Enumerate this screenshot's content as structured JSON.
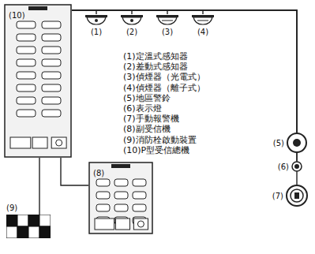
{
  "diagram": {
    "nodes": [
      {
        "text": [
          "(10)"
        ]
      },
      {
        "text": [
          "(1)"
        ]
      },
      {
        "text": [
          "(2)"
        ]
      },
      {
        "text": [
          "(3)"
        ]
      },
      {
        "text": [
          "(4)"
        ]
      },
      {
        "text": [
          "(5)"
        ]
      },
      {
        "text": [
          "(6)"
        ]
      },
      {
        "text": [
          "(7)"
        ]
      },
      {
        "text": [
          "(8)"
        ]
      },
      {
        "text": [
          "(9)"
        ]
      }
    ],
    "edges": [
      {
        "from": 0,
        "to": 1,
        "arrow": "none"
      },
      {
        "from": 0,
        "to": 2,
        "arrow": "none"
      },
      {
        "from": 0,
        "to": 3,
        "arrow": "none"
      },
      {
        "from": 0,
        "to": 4,
        "arrow": "none"
      },
      {
        "from": 0,
        "to": 5,
        "arrow": "none"
      },
      {
        "from": 0,
        "to": 6,
        "arrow": "none"
      },
      {
        "from": 0,
        "to": 7,
        "arrow": "none"
      },
      {
        "from": 0,
        "to": 8,
        "arrow": "none"
      },
      {
        "from": 0,
        "to": 9,
        "arrow": "none"
      }
    ],
    "labels": [
      "(1)定溫式感知器",
      "(2)差動式感知器",
      "(3)偵煙器（光電式）",
      "(4)偵煙器（離子式）",
      "(5)地區警鈴",
      "(6)表示燈",
      "(7)手動報警機",
      "(8)副受信機",
      "(9)消防栓啟動裝置",
      "(10)P型受信總機"
    ]
  }
}
